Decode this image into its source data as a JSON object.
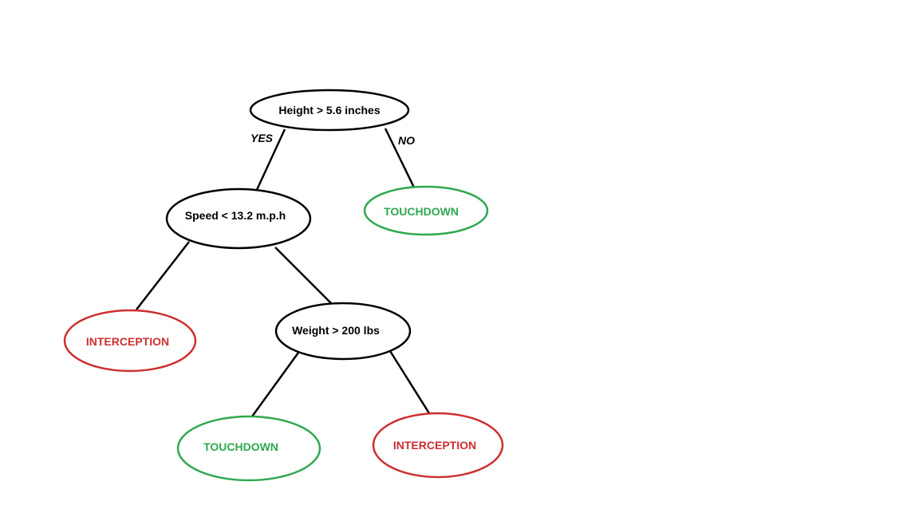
{
  "colors": {
    "decision": "#000000",
    "touchdown": "#2fa84f",
    "interception": "#cc2f2f",
    "edge": "#000000"
  },
  "nodes": {
    "root": {
      "label": "Height > 5.6 inches",
      "kind": "decision"
    },
    "speed": {
      "label": "Speed < 13.2 m.p.h",
      "kind": "decision"
    },
    "touchdown_right": {
      "label": "TOUCHDOWN",
      "kind": "touchdown"
    },
    "interception_left": {
      "label": "INTERCEPTION",
      "kind": "interception"
    },
    "weight": {
      "label": "Weight > 200 lbs",
      "kind": "decision"
    },
    "touchdown_bottom": {
      "label": "TOUCHDOWN",
      "kind": "touchdown"
    },
    "interception_bottom": {
      "label": "INTERCEPTION",
      "kind": "interception"
    }
  },
  "edge_labels": {
    "yes": "YES",
    "no": "NO"
  }
}
